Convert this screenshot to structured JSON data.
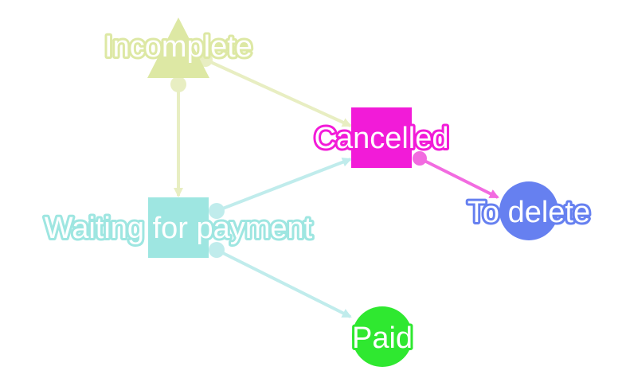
{
  "nodes": {
    "incomplete": {
      "label": "Incomplete",
      "shape": "triangle",
      "color": "#dde8a4"
    },
    "cancelled": {
      "label": "Cancelled",
      "shape": "square",
      "color": "#f21bd8"
    },
    "waiting": {
      "label": "Waiting for payment",
      "shape": "square",
      "color": "#9ee6e1"
    },
    "to_delete": {
      "label": "To delete",
      "shape": "circle",
      "color": "#6680f0"
    },
    "paid": {
      "label": "Paid",
      "shape": "circle",
      "color": "#2fe830"
    }
  },
  "edges": [
    {
      "from": "incomplete",
      "to": "cancelled",
      "color": "#e8eec2"
    },
    {
      "from": "incomplete",
      "to": "waiting",
      "color": "#e8eec2"
    },
    {
      "from": "waiting",
      "to": "cancelled",
      "color": "#c0ecec"
    },
    {
      "from": "waiting",
      "to": "paid",
      "color": "#c0ecec"
    },
    {
      "from": "cancelled",
      "to": "to_delete",
      "color": "#f26be0"
    }
  ]
}
